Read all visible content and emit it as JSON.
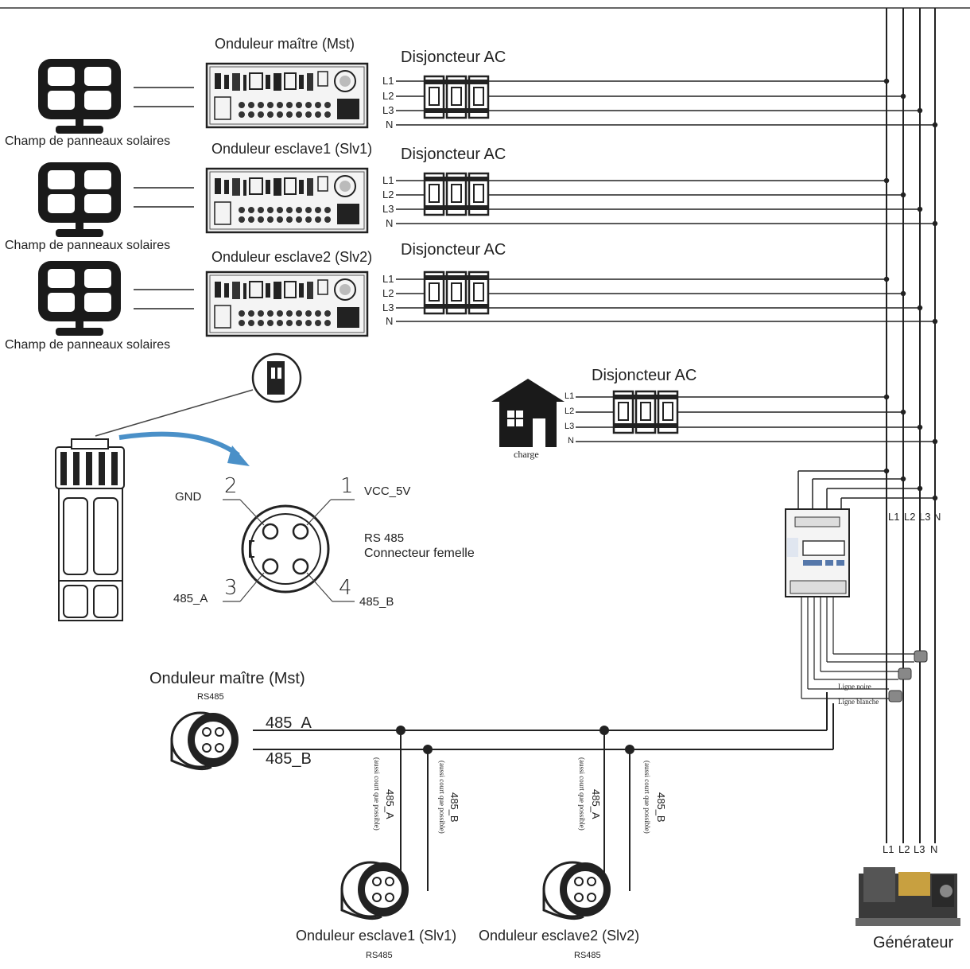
{
  "inverters": {
    "master_label": "Onduleur maître (Mst)",
    "slave1_label": "Onduleur esclave1 (Slv1)",
    "slave2_label": "Onduleur esclave2 (Slv2)"
  },
  "solar_label": "Champ de panneaux solaires",
  "breaker_label": "Disjoncteur AC",
  "phase_labels": [
    "L1",
    "L2",
    "L3",
    "N"
  ],
  "load_label": "charge",
  "connector": {
    "pin1": "1",
    "pin2": "2",
    "pin3": "3",
    "pin4": "4",
    "gnd": "GND",
    "vcc": "VCC_5V",
    "a": "485_A",
    "b": "485_B",
    "name_line1": "RS 485",
    "name_line2": "Connecteur femelle"
  },
  "meter": {
    "black_line": "Ligne noire",
    "white_line": "Ligne blanche"
  },
  "bus": {
    "master_title": "Onduleur maître (Mst)",
    "rs485": "RS485",
    "a": "485_A",
    "b": "485_B",
    "short_note": "(aussi court que possible)",
    "slave1_title": "Onduleur esclave1 (Slv1)",
    "slave2_title": "Onduleur esclave2 (Slv2)"
  },
  "generator_label": "Générateur",
  "colors": {
    "line": "#333333",
    "fill": "#1a1a1a",
    "light": "#8a8a8a"
  }
}
